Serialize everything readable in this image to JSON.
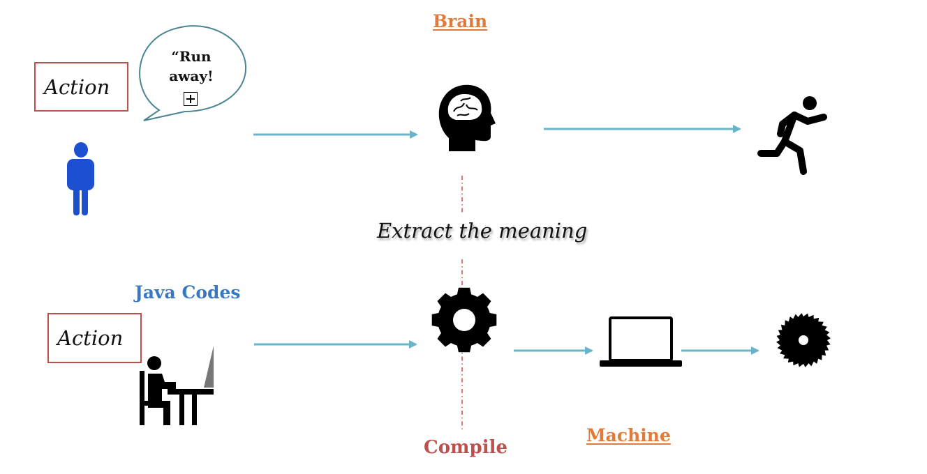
{
  "labels": {
    "brain": "Brain",
    "machine": "Machine",
    "java_codes": "Java Codes",
    "compile": "Compile",
    "extract": "Extract the meaning",
    "action_top": "Action",
    "action_bottom": "Action",
    "speech_line1": "“Run",
    "speech_line2": "away!"
  },
  "colors": {
    "orange": "#e07b39",
    "blue": "#3b78c2",
    "red": "#c0504d",
    "arrow": "#6ab4c9",
    "person": "#1d4fd1",
    "bubble_stroke": "#4a8594"
  },
  "icons": {
    "person": "person-icon",
    "brain": "brain-head-icon",
    "runner": "running-person-icon",
    "worker": "person-at-computer-icon",
    "gear": "gear-icon",
    "laptop": "laptop-icon",
    "saw": "saw-blade-icon"
  }
}
